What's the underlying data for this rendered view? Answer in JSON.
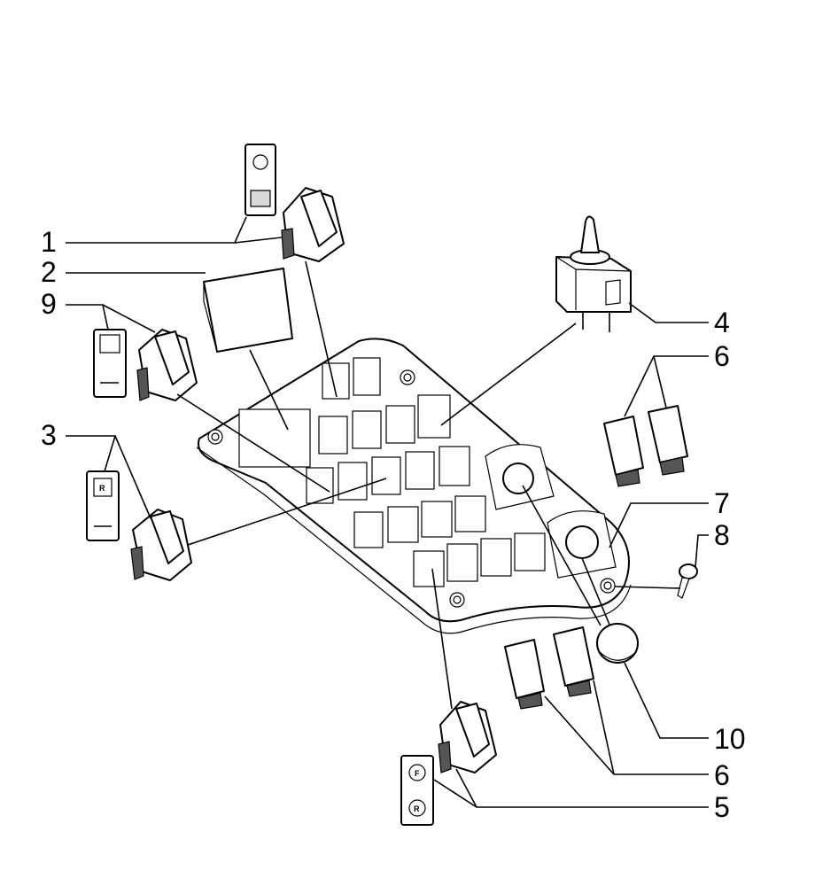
{
  "callouts": {
    "c1": "1",
    "c2": "2",
    "c3": "3",
    "c4": "4",
    "c5": "5",
    "c6a": "6",
    "c6b": "6",
    "c7": "7",
    "c8": "8",
    "c9": "9",
    "c10": "10"
  },
  "symbols": {
    "forward_letter": "F",
    "reverse_letter": "R",
    "label3_letter": "R"
  }
}
